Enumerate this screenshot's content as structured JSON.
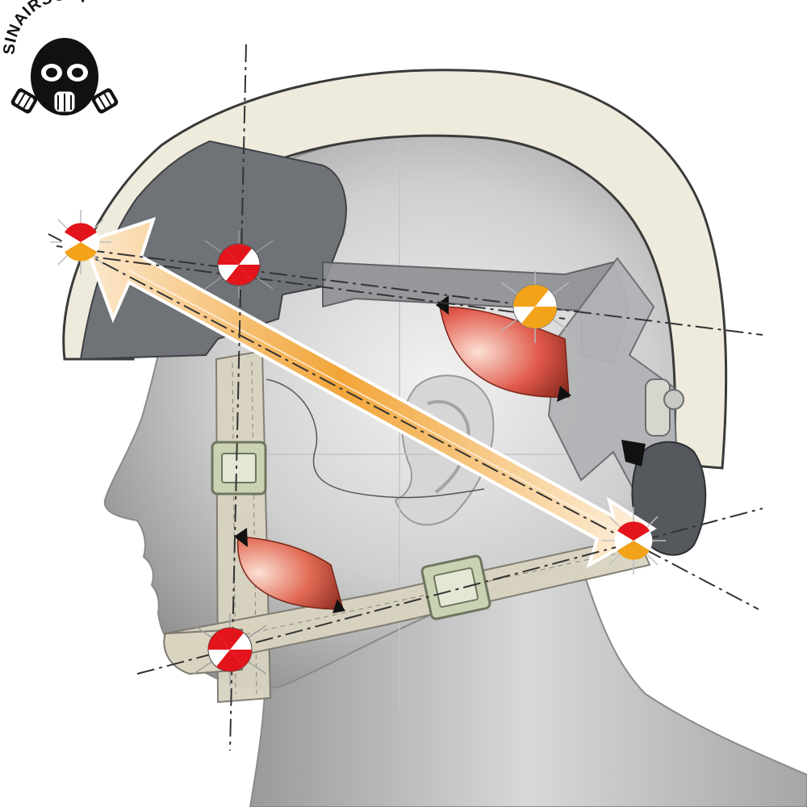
{
  "logo": {
    "brand_text": "SINAIRSOFT",
    "icon": "gas-mask-skull-icon"
  },
  "diagram": {
    "subject": "helmet-retention-harness-side-view",
    "colors": {
      "helmet_shell": "#efebdc",
      "helmet_outline": "#3a3a3a",
      "head": "#b9b9b9",
      "pad": "#6f7276",
      "strap": "#d9d3c0",
      "strap_outline": "#7d7a70",
      "buckle": "#c9d2b2",
      "axis_line": "#333333",
      "arrow_light": "#fbe9cf",
      "arrow_dark": "#f2a538",
      "marker_red": "#e3141b",
      "marker_amber": "#f3a319",
      "wedge_red": "#e0584a"
    },
    "markers": [
      {
        "id": "front-brow",
        "primary": "red-top",
        "secondary": "amber-bottom"
      },
      {
        "id": "front-pad",
        "primary": "red",
        "secondary": "white"
      },
      {
        "id": "rear-crown",
        "primary": "amber",
        "secondary": "white"
      },
      {
        "id": "nape",
        "primary": "red-top",
        "secondary": "amber-bottom"
      },
      {
        "id": "chin",
        "primary": "red",
        "secondary": "white"
      }
    ]
  }
}
